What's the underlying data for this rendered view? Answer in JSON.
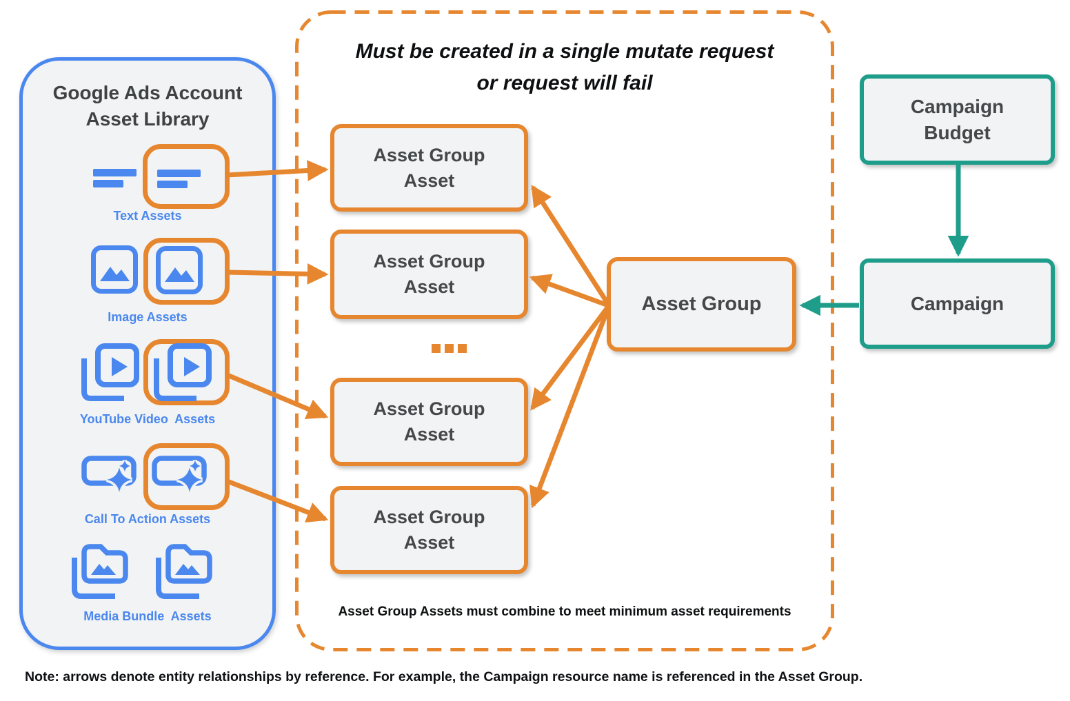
{
  "palette": {
    "orange": "#E6872F",
    "blue": "#4A87EE",
    "teal": "#1F9D8B",
    "box_fill": "#F1F3F4",
    "dark_text": "#45484B",
    "black_text": "#0E0F10"
  },
  "library": {
    "title_line1": "Google Ads Account",
    "title_line2": "Asset Library",
    "items": [
      {
        "label": "Text Assets"
      },
      {
        "label": "Image Assets"
      },
      {
        "label": "YouTube Video  Assets"
      },
      {
        "label": "Call To Action Assets"
      },
      {
        "label": "Media Bundle  Assets"
      }
    ]
  },
  "mutate_panel": {
    "title_line1": "Must be created in a single mutate request",
    "title_line2": "or request will fail",
    "ellipsis": "...",
    "caption": "Asset Group Assets must combine to meet minimum asset requirements"
  },
  "boxes": {
    "asset_group_asset_line1": "Asset Group",
    "asset_group_asset_line2": "Asset",
    "asset_group": "Asset Group",
    "campaign_budget_line1": "Campaign",
    "campaign_budget_line2": "Budget",
    "campaign": "Campaign"
  },
  "note": "Note: arrows denote entity relationships by reference. For example, the Campaign resource name is referenced in the Asset Group."
}
